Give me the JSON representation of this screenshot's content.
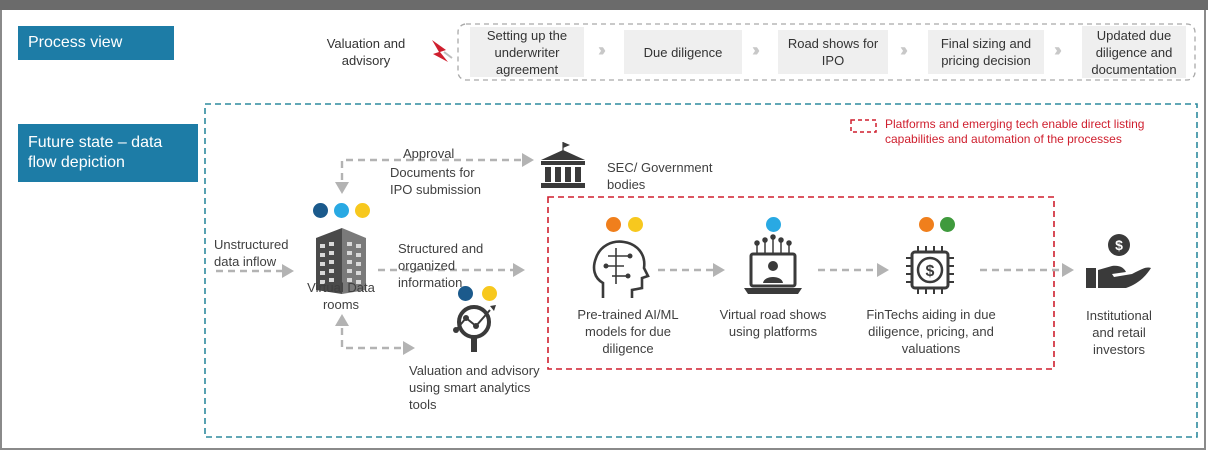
{
  "header": {
    "process_view": "Process view",
    "future_state": "Future state –  data flow depiction"
  },
  "process_steps": [
    "Valuation and advisory",
    "Setting up the underwriter agreement",
    "Due diligence",
    "Road shows for IPO",
    "Final sizing and pricing decision",
    "Updated due diligence and documentation"
  ],
  "legend": {
    "text": "Platforms and emerging tech enable direct listing capabilities and automation of the processes",
    "color": "#cf1f2e"
  },
  "flow": {
    "unstructured": "Unstructured data inflow",
    "virtual_data_rooms": "Virtual Data rooms",
    "approval": "Approval",
    "documents": "Documents for IPO submission",
    "sec": "SEC/ Government bodies",
    "structured": "Structured and organized information",
    "valuation_tools": "Valuation and advisory using smart analytics tools",
    "ai_ml": "Pre-trained AI/ML models for due diligence",
    "virtual_road": "Virtual road shows using platforms",
    "fintechs": "FinTechs aiding in due diligence, pricing, and valuations",
    "investors": "Institutional and retail investors"
  },
  "colors": {
    "navy": "#1b5a8c",
    "sky": "#29a9e3",
    "yellow": "#f7c81e",
    "orange": "#f07f1c",
    "green": "#3f9a3d",
    "teal_border": "#2e8b9e",
    "red_border": "#cf1f2e",
    "label_blue": "#1d7ca6"
  }
}
